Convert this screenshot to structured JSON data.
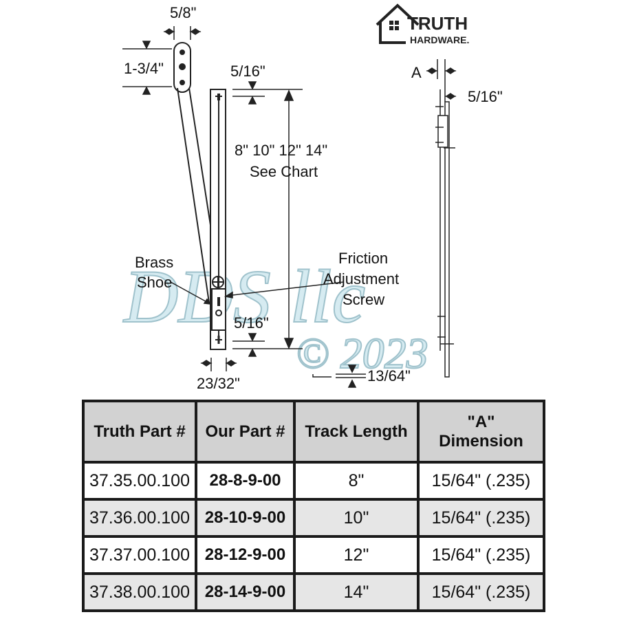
{
  "brand": {
    "line1": "TRUTH",
    "line2": "HARDWARE."
  },
  "watermark": {
    "line1": "DDS llc",
    "line2": "© 2023"
  },
  "dimensions": {
    "width_top": "5/8\"",
    "height_top": "1-3/4\"",
    "offset_top": "5/16\"",
    "length_line1": "8\" 10\" 12\" 14\"",
    "length_line2": "See Chart",
    "offset_bottom": "5/16\"",
    "width_bottom": "23/32\"",
    "side_a": "A",
    "side_offset": "5/16\"",
    "thickness": "13/64\""
  },
  "callouts": {
    "brass_shoe_line1": "Brass",
    "brass_shoe_line2": "Shoe",
    "friction_line1": "Friction",
    "friction_line2": "Adjustment",
    "friction_line3": "Screw"
  },
  "table": {
    "headers": [
      "Truth Part #",
      "Our Part #",
      "Track Length",
      "\"A\"",
      "Dimension"
    ],
    "rows": [
      {
        "truth": "37.35.00.100",
        "ours": "28-8-9-00",
        "length": "8\"",
        "a": "15/64\" (.235)"
      },
      {
        "truth": "37.36.00.100",
        "ours": "28-10-9-00",
        "length": "10\"",
        "a": "15/64\" (.235)"
      },
      {
        "truth": "37.37.00.100",
        "ours": "28-12-9-00",
        "length": "12\"",
        "a": "15/64\" (.235)"
      },
      {
        "truth": "37.38.00.100",
        "ours": "28-14-9-00",
        "length": "14\"",
        "a": "15/64\" (.235)"
      }
    ]
  }
}
